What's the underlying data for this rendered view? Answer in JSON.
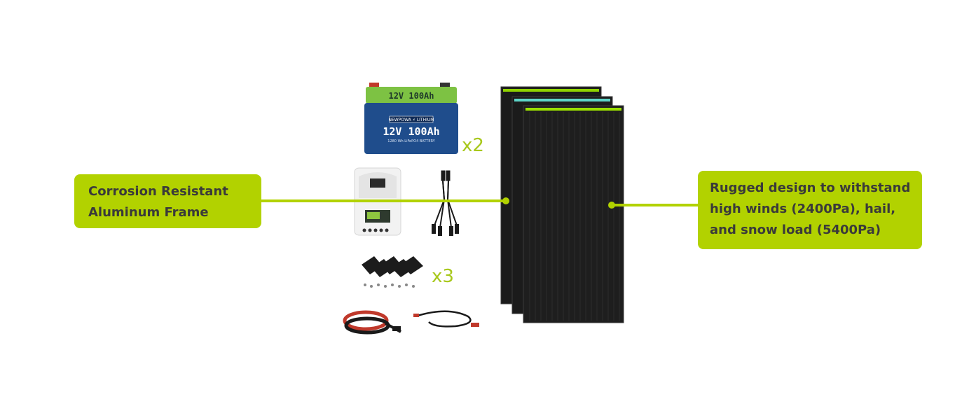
{
  "callouts": {
    "left": {
      "lines": [
        "Corrosion Resistant",
        "Aluminum Frame"
      ]
    },
    "right": {
      "lines": [
        "Rugged design to withstand",
        "high winds (2400Pa), hail,",
        "and snow load (5400Pa)"
      ]
    }
  },
  "battery": {
    "brand": "NEWPOWA ⚡ LITHIUM",
    "model": "12V 100Ah",
    "spec": "1280 Wh·LiFePO4 BATTERY",
    "quantity": "x2"
  },
  "mounting_brackets": {
    "quantity": "x3"
  },
  "colors": {
    "accent": "#b2d200",
    "callout_text": "#3a3a3a",
    "battery_blue": "#1f4d8c",
    "battery_green": "#7dc243"
  }
}
